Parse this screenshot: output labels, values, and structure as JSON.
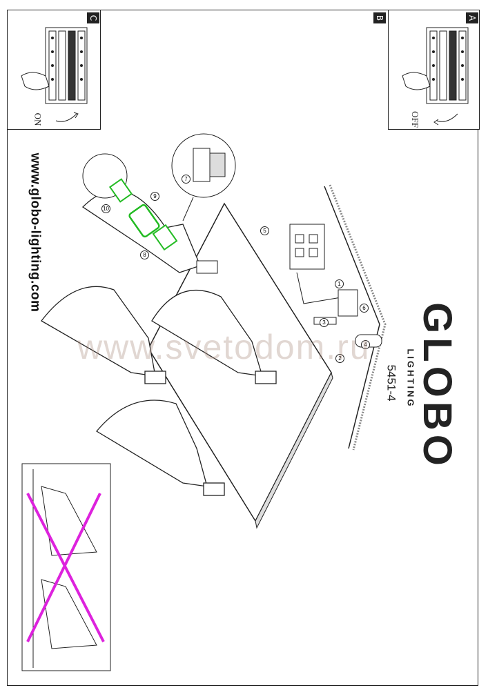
{
  "website": "www.globo-lighting.com",
  "brand": {
    "name": "GLOBO",
    "sub": "LIGHTING",
    "model": "5451-4"
  },
  "watermark": "www.svetodom.ru",
  "panels": [
    {
      "tag": "C",
      "switch_label": "ON"
    },
    {
      "tag": "B",
      "switch_label": ""
    },
    {
      "tag": "A",
      "switch_label": "OFF"
    }
  ],
  "steps": [
    "1",
    "2",
    "3",
    "4",
    "5",
    "6",
    "7",
    "8",
    "9",
    "10"
  ],
  "colors": {
    "highlight_bulb": "#22bb22",
    "cross": "#dd22dd",
    "line": "#222222"
  }
}
